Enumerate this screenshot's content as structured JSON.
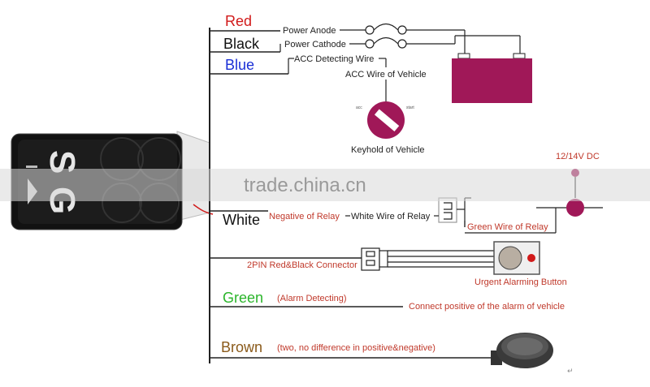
{
  "colors": {
    "red": "#d11a1a",
    "blue": "#1a2fd6",
    "green": "#2bb52b",
    "brown": "#8a5a1a",
    "wire_label_red": "#c0392b",
    "battery": "#a01858",
    "key": "#a01858",
    "watermark": "#9a9a9a"
  },
  "wires": {
    "red": "Red",
    "black": "Black",
    "blue": "Blue",
    "white": "White",
    "green": "Green",
    "brown": "Brown"
  },
  "labels": {
    "power_anode": "Power Anode",
    "power_cathode": "Power Cathode",
    "acc_detecting": "ACC Detecting Wire",
    "acc_vehicle": "ACC Wire of Vehicle",
    "keyhold": "Keyhold of Vehicle",
    "dc": "12/14V DC",
    "neg_relay": "Negative of  Relay",
    "white_wire_relay": "White Wire of Relay",
    "green_wire_relay": "Green Wire of Relay",
    "connector": "2PIN Red&Black Connector",
    "urgent_button": "Urgent Alarming Button",
    "alarm_detecting": "(Alarm Detecting)",
    "connect_positive": "Connect positive of the alarm of vehicle",
    "no_difference": "(two, no difference in positive&negative)"
  },
  "icons": {
    "battery": "battery-icon",
    "key": "ignition-key-icon",
    "relay": "relay-icon",
    "button": "urgent-button-icon",
    "speaker": "speaker-icon",
    "device": "gps-tracker-device-icon"
  },
  "watermark": "trade.china.cn"
}
